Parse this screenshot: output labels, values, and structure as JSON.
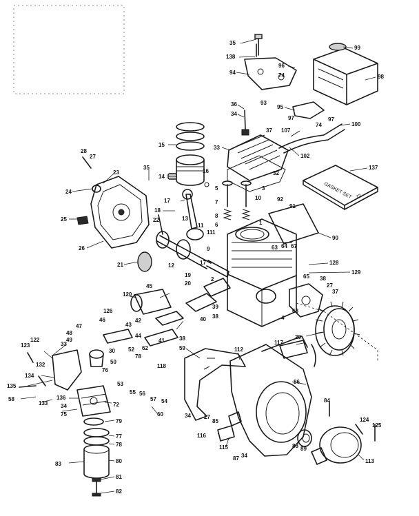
{
  "callouts": [
    {
      "id": "c35a",
      "label": "35"
    },
    {
      "id": "c138",
      "label": "138"
    },
    {
      "id": "c99",
      "label": "99"
    },
    {
      "id": "c96a",
      "label": "96"
    },
    {
      "id": "c74a",
      "label": "74"
    },
    {
      "id": "c94",
      "label": "94"
    },
    {
      "id": "c98",
      "label": "98"
    },
    {
      "id": "c36",
      "label": "36"
    },
    {
      "id": "c34a",
      "label": "34"
    },
    {
      "id": "c93",
      "label": "93"
    },
    {
      "id": "c95",
      "label": "95"
    },
    {
      "id": "c97a",
      "label": "97"
    },
    {
      "id": "c74b",
      "label": "74"
    },
    {
      "id": "c97b",
      "label": "97"
    },
    {
      "id": "c100",
      "label": "100"
    },
    {
      "id": "c37a",
      "label": "37"
    },
    {
      "id": "c107",
      "label": "107"
    },
    {
      "id": "c102",
      "label": "102"
    },
    {
      "id": "c15",
      "label": "15"
    },
    {
      "id": "c33",
      "label": "33"
    },
    {
      "id": "c32",
      "label": "32"
    },
    {
      "id": "c137",
      "label": "137"
    },
    {
      "id": "c28",
      "label": "28"
    },
    {
      "id": "c27a",
      "label": "27"
    },
    {
      "id": "c23",
      "label": "23"
    },
    {
      "id": "c35b",
      "label": "35"
    },
    {
      "id": "c14",
      "label": "14"
    },
    {
      "id": "c16",
      "label": "16"
    },
    {
      "id": "c5",
      "label": "5"
    },
    {
      "id": "c3",
      "label": "3"
    },
    {
      "id": "c24",
      "label": "24"
    },
    {
      "id": "c17a",
      "label": "17"
    },
    {
      "id": "c7",
      "label": "7"
    },
    {
      "id": "c10",
      "label": "10"
    },
    {
      "id": "c92",
      "label": "92"
    },
    {
      "id": "c91",
      "label": "91"
    },
    {
      "id": "c18",
      "label": "18"
    },
    {
      "id": "c25",
      "label": "25"
    },
    {
      "id": "c22",
      "label": "22"
    },
    {
      "id": "c8",
      "label": "8"
    },
    {
      "id": "c6",
      "label": "6"
    },
    {
      "id": "c13",
      "label": "13"
    },
    {
      "id": "c11",
      "label": "11"
    },
    {
      "id": "c1",
      "label": "1"
    },
    {
      "id": "c90",
      "label": "90"
    },
    {
      "id": "c111",
      "label": "111"
    },
    {
      "id": "c26",
      "label": "26"
    },
    {
      "id": "c63",
      "label": "63"
    },
    {
      "id": "c64",
      "label": "64"
    },
    {
      "id": "c67",
      "label": "67"
    },
    {
      "id": "c9",
      "label": "9"
    },
    {
      "id": "c12",
      "label": "12"
    },
    {
      "id": "c17b",
      "label": "17"
    },
    {
      "id": "c21",
      "label": "21"
    },
    {
      "id": "c128",
      "label": "128"
    },
    {
      "id": "c129",
      "label": "129"
    },
    {
      "id": "c2",
      "label": "2"
    },
    {
      "id": "c19",
      "label": "19"
    },
    {
      "id": "c20",
      "label": "20"
    },
    {
      "id": "c45",
      "label": "45"
    },
    {
      "id": "c65",
      "label": "65"
    },
    {
      "id": "c38a",
      "label": "38"
    },
    {
      "id": "c27b",
      "label": "27"
    },
    {
      "id": "c37b",
      "label": "37"
    },
    {
      "id": "c120",
      "label": "120"
    },
    {
      "id": "c39",
      "label": "39"
    },
    {
      "id": "c126",
      "label": "126"
    },
    {
      "id": "c40",
      "label": "40"
    },
    {
      "id": "c38b",
      "label": "38"
    },
    {
      "id": "c4",
      "label": "4"
    },
    {
      "id": "c68",
      "label": "68"
    },
    {
      "id": "c29",
      "label": "29"
    },
    {
      "id": "c47",
      "label": "47"
    },
    {
      "id": "c46",
      "label": "46"
    },
    {
      "id": "c43",
      "label": "43"
    },
    {
      "id": "c42",
      "label": "42"
    },
    {
      "id": "c48a",
      "label": "48"
    },
    {
      "id": "c49",
      "label": "49"
    },
    {
      "id": "c44",
      "label": "44"
    },
    {
      "id": "c41",
      "label": "41"
    },
    {
      "id": "c38c",
      "label": "38"
    },
    {
      "id": "c30",
      "label": "30"
    },
    {
      "id": "c123",
      "label": "123"
    },
    {
      "id": "c122",
      "label": "122"
    },
    {
      "id": "c33b",
      "label": "33"
    },
    {
      "id": "c62",
      "label": "62"
    },
    {
      "id": "c59",
      "label": "59"
    },
    {
      "id": "c117",
      "label": "117"
    },
    {
      "id": "c112",
      "label": "112"
    },
    {
      "id": "c132",
      "label": "132"
    },
    {
      "id": "c52",
      "label": "52"
    },
    {
      "id": "c78",
      "label": "78"
    },
    {
      "id": "c50",
      "label": "50"
    },
    {
      "id": "c76",
      "label": "76"
    },
    {
      "id": "c118",
      "label": "118"
    },
    {
      "id": "c134",
      "label": "134"
    },
    {
      "id": "c135",
      "label": "135"
    },
    {
      "id": "c58",
      "label": "58"
    },
    {
      "id": "c133",
      "label": "133"
    },
    {
      "id": "c53",
      "label": "53"
    },
    {
      "id": "c55",
      "label": "55"
    },
    {
      "id": "c56",
      "label": "56"
    },
    {
      "id": "c57",
      "label": "57"
    },
    {
      "id": "c54",
      "label": "54"
    },
    {
      "id": "c86",
      "label": "86"
    },
    {
      "id": "c136",
      "label": "136"
    },
    {
      "id": "c34b",
      "label": "34"
    },
    {
      "id": "c75",
      "label": "75"
    },
    {
      "id": "c72",
      "label": "72"
    },
    {
      "id": "c60",
      "label": "60"
    },
    {
      "id": "c84",
      "label": "84"
    },
    {
      "id": "c34c",
      "label": "34"
    },
    {
      "id": "c27c",
      "label": "27"
    },
    {
      "id": "c85",
      "label": "85"
    },
    {
      "id": "c124",
      "label": "124"
    },
    {
      "id": "c125",
      "label": "125"
    },
    {
      "id": "c79",
      "label": "79"
    },
    {
      "id": "c116",
      "label": "116"
    },
    {
      "id": "c115",
      "label": "115"
    },
    {
      "id": "c87",
      "label": "87"
    },
    {
      "id": "c34d",
      "label": "34"
    },
    {
      "id": "c77",
      "label": "77"
    },
    {
      "id": "c78b",
      "label": "78"
    },
    {
      "id": "c88",
      "label": "88"
    },
    {
      "id": "c89",
      "label": "89"
    },
    {
      "id": "c113",
      "label": "113"
    },
    {
      "id": "c83",
      "label": "83"
    },
    {
      "id": "c80",
      "label": "80"
    },
    {
      "id": "c81",
      "label": "81"
    },
    {
      "id": "c82",
      "label": "82"
    }
  ],
  "package_label": "GASKET SET",
  "package_number": "72"
}
